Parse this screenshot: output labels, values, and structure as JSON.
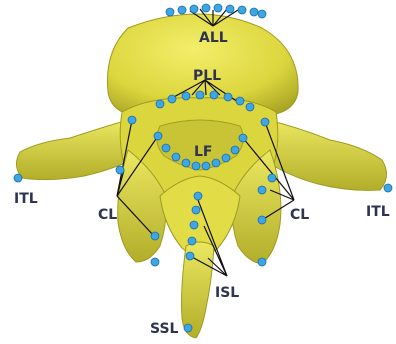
{
  "labels": {
    "all": "ALL",
    "pll": "PLL",
    "lf": "LF",
    "itl_left": "ITL",
    "itl_right": "ITL",
    "cl_left": "CL",
    "cl_right": "CL",
    "isl": "ISL",
    "ssl": "SSL"
  },
  "colors": {
    "bone": "#e7e148",
    "bone_shadow": "#b9b428",
    "landmark": "#3ea6e3",
    "label": "#2e3350"
  }
}
